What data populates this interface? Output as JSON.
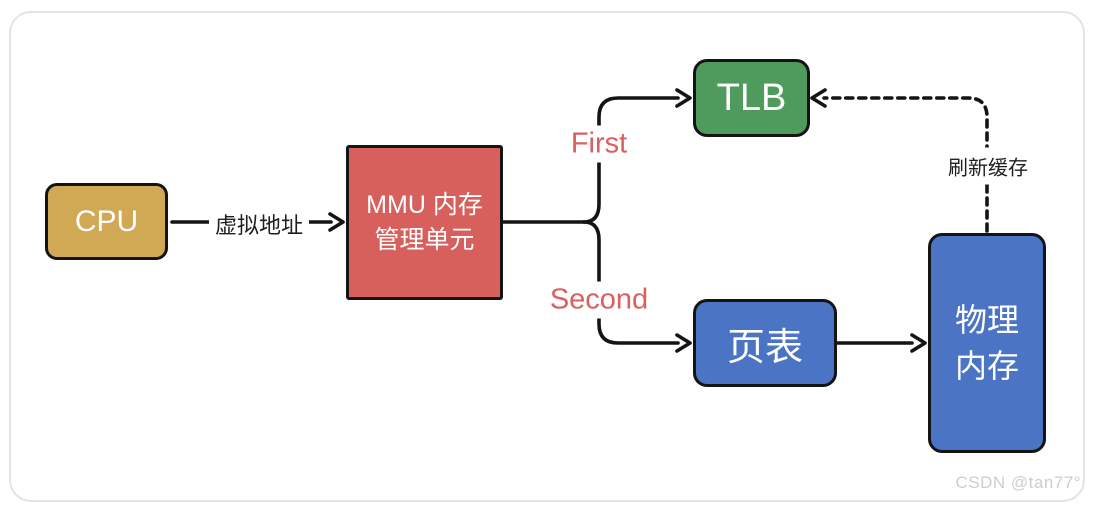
{
  "colors": {
    "cpu": "#d1a854",
    "mmu": "#d8605c",
    "tlb": "#4f9b5e",
    "mem": "#4b74c5",
    "branch": "#d9605e",
    "line": "#141414",
    "text": "#1f1f1f",
    "frame": "#e3e3e3",
    "watermark": "#cbced1"
  },
  "nodes": {
    "cpu": {
      "label": "CPU"
    },
    "mmu": {
      "lines": [
        "MMU 内存",
        "管理单元"
      ]
    },
    "tlb": {
      "label": "TLB"
    },
    "page_table": {
      "label": "页表"
    },
    "physical_memory": {
      "lines": [
        "物理",
        "内存"
      ]
    }
  },
  "labels": {
    "virtual_address": "虚拟地址",
    "first": "First",
    "second": "Second",
    "refresh_cache": "刷新缓存"
  },
  "watermark": "CSDN @tan77°"
}
